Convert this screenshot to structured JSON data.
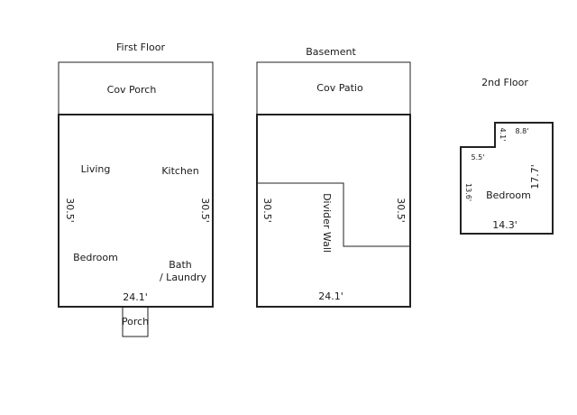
{
  "first_floor": {
    "title": "First Floor",
    "cov_porch": "Cov Porch",
    "living": "Living",
    "kitchen": "Kitchen",
    "bedroom": "Bedroom",
    "bath_line1": "Bath",
    "bath_line2": "/ Laundry",
    "porch": "Porch",
    "dim_left": "30.5'",
    "dim_right": "30.5'",
    "dim_bottom": "24.1'"
  },
  "basement": {
    "title": "Basement",
    "cov_patio": "Cov Patio",
    "divider_wall": "Divider Wall",
    "dim_left": "30.5'",
    "dim_right": "30.5'",
    "dim_bottom": "24.1'"
  },
  "second_floor": {
    "title": "2nd Floor",
    "bedroom": "Bedroom",
    "dim_top": "8.8'",
    "dim_notch": "4.1'",
    "dim_step": "5.5'",
    "dim_left": "13.6'",
    "dim_right": "17.7'",
    "dim_bottom": "14.3'"
  }
}
